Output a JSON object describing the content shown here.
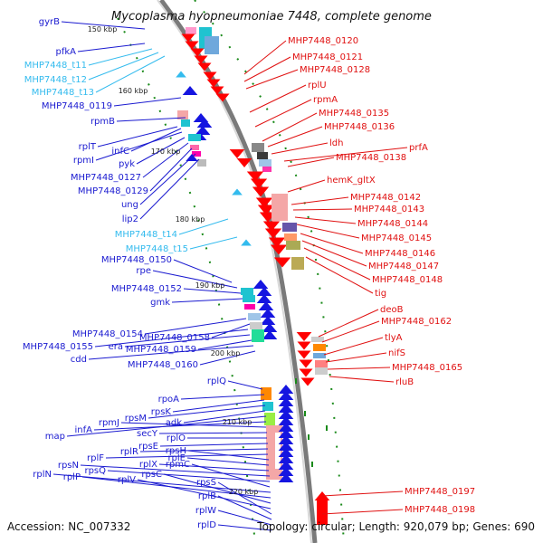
{
  "title": "Mycoplasma hyopneumoniae 7448, complete genome",
  "footer": {
    "accession": "Accession: NC_007332",
    "summary": "Topology: circular; Length: 920,079 bp; Genes: 690"
  },
  "colors": {
    "gene_label": "#1a1ad0",
    "trna_label": "#33bbee",
    "rna_label": "#e01010",
    "forward_gene": "#1515e0",
    "reverse_gene": "#ff0000",
    "backbone": "#9c9c9c",
    "gc_dash": "#1a8a1a"
  },
  "ticks": [
    "150 kbp",
    "160 kbp",
    "170 kbp",
    "180 kbp",
    "190 kbp",
    "200 kbp",
    "210 kbp",
    "220 kbp"
  ],
  "left_labels": [
    {
      "text": "gyrB",
      "kind": "gene"
    },
    {
      "text": "pfkA",
      "kind": "gene"
    },
    {
      "text": "MHP7448_t11",
      "kind": "trna"
    },
    {
      "text": "MHP7448_t12",
      "kind": "trna"
    },
    {
      "text": "MHP7448_t13",
      "kind": "trna"
    },
    {
      "text": "MHP7448_0119",
      "kind": "gene"
    },
    {
      "text": "rpmB",
      "kind": "gene"
    },
    {
      "text": "rplT",
      "kind": "gene"
    },
    {
      "text": "infC",
      "kind": "gene"
    },
    {
      "text": "rpmI",
      "kind": "gene"
    },
    {
      "text": "pyk",
      "kind": "gene"
    },
    {
      "text": "MHP7448_0127",
      "kind": "gene"
    },
    {
      "text": "MHP7448_0129",
      "kind": "gene"
    },
    {
      "text": "ung",
      "kind": "gene"
    },
    {
      "text": "lip2",
      "kind": "gene"
    },
    {
      "text": "MHP7448_t14",
      "kind": "trna"
    },
    {
      "text": "MHP7448_t15",
      "kind": "trna"
    },
    {
      "text": "MHP7448_0150",
      "kind": "gene"
    },
    {
      "text": "rpe",
      "kind": "gene"
    },
    {
      "text": "MHP7448_0152",
      "kind": "gene"
    },
    {
      "text": "gmk",
      "kind": "gene"
    },
    {
      "text": "MHP7448_0154",
      "kind": "gene"
    },
    {
      "text": "MHP7448_0158",
      "kind": "gene"
    },
    {
      "text": "MHP7448_0155",
      "kind": "gene"
    },
    {
      "text": "era",
      "kind": "gene"
    },
    {
      "text": "MHP7448_0159",
      "kind": "gene"
    },
    {
      "text": "cdd",
      "kind": "gene"
    },
    {
      "text": "MHP7448_0160",
      "kind": "gene"
    },
    {
      "text": "rplQ",
      "kind": "gene"
    },
    {
      "text": "rpoA",
      "kind": "gene"
    },
    {
      "text": "rpsK",
      "kind": "gene"
    },
    {
      "text": "rpsM",
      "kind": "gene"
    },
    {
      "text": "adk",
      "kind": "gene"
    },
    {
      "text": "map",
      "kind": "gene"
    },
    {
      "text": "infA",
      "kind": "gene"
    },
    {
      "text": "rpmJ",
      "kind": "gene"
    },
    {
      "text": "secY",
      "kind": "gene"
    },
    {
      "text": "rplO",
      "kind": "gene"
    },
    {
      "text": "rpsE",
      "kind": "gene"
    },
    {
      "text": "rplR",
      "kind": "gene"
    },
    {
      "text": "rplF",
      "kind": "gene"
    },
    {
      "text": "rpsH",
      "kind": "gene"
    },
    {
      "text": "rplE",
      "kind": "gene"
    },
    {
      "text": "rplX",
      "kind": "gene"
    },
    {
      "text": "rpsN",
      "kind": "gene"
    },
    {
      "text": "rpsQ",
      "kind": "gene"
    },
    {
      "text": "rpmC",
      "kind": "gene"
    },
    {
      "text": "rplN",
      "kind": "gene"
    },
    {
      "text": "rplP",
      "kind": "gene"
    },
    {
      "text": "rpsC",
      "kind": "gene"
    },
    {
      "text": "rplV",
      "kind": "gene"
    },
    {
      "text": "rpsS",
      "kind": "gene"
    },
    {
      "text": "rplB",
      "kind": "gene"
    },
    {
      "text": "rplW",
      "kind": "gene"
    },
    {
      "text": "rplD",
      "kind": "gene"
    }
  ],
  "right_labels": [
    {
      "text": "MHP7448_0120"
    },
    {
      "text": "MHP7448_0121"
    },
    {
      "text": "MHP7448_0128"
    },
    {
      "text": "rplU"
    },
    {
      "text": "rpmA"
    },
    {
      "text": "MHP7448_0135"
    },
    {
      "text": "MHP7448_0136"
    },
    {
      "text": "ldh"
    },
    {
      "text": "prfA"
    },
    {
      "text": "MHP7448_0138"
    },
    {
      "text": "hemK_gltX"
    },
    {
      "text": "MHP7448_0142"
    },
    {
      "text": "MHP7448_0143"
    },
    {
      "text": "MHP7448_0144"
    },
    {
      "text": "MHP7448_0145"
    },
    {
      "text": "MHP7448_0146"
    },
    {
      "text": "MHP7448_0147"
    },
    {
      "text": "MHP7448_0148"
    },
    {
      "text": "tig"
    },
    {
      "text": "deoB"
    },
    {
      "text": "MHP7448_0162"
    },
    {
      "text": "tlyA"
    },
    {
      "text": "nifS"
    },
    {
      "text": "MHP7448_0165"
    },
    {
      "text": "rluB"
    },
    {
      "text": "MHP7448_0197"
    },
    {
      "text": "MHP7448_0198"
    }
  ]
}
